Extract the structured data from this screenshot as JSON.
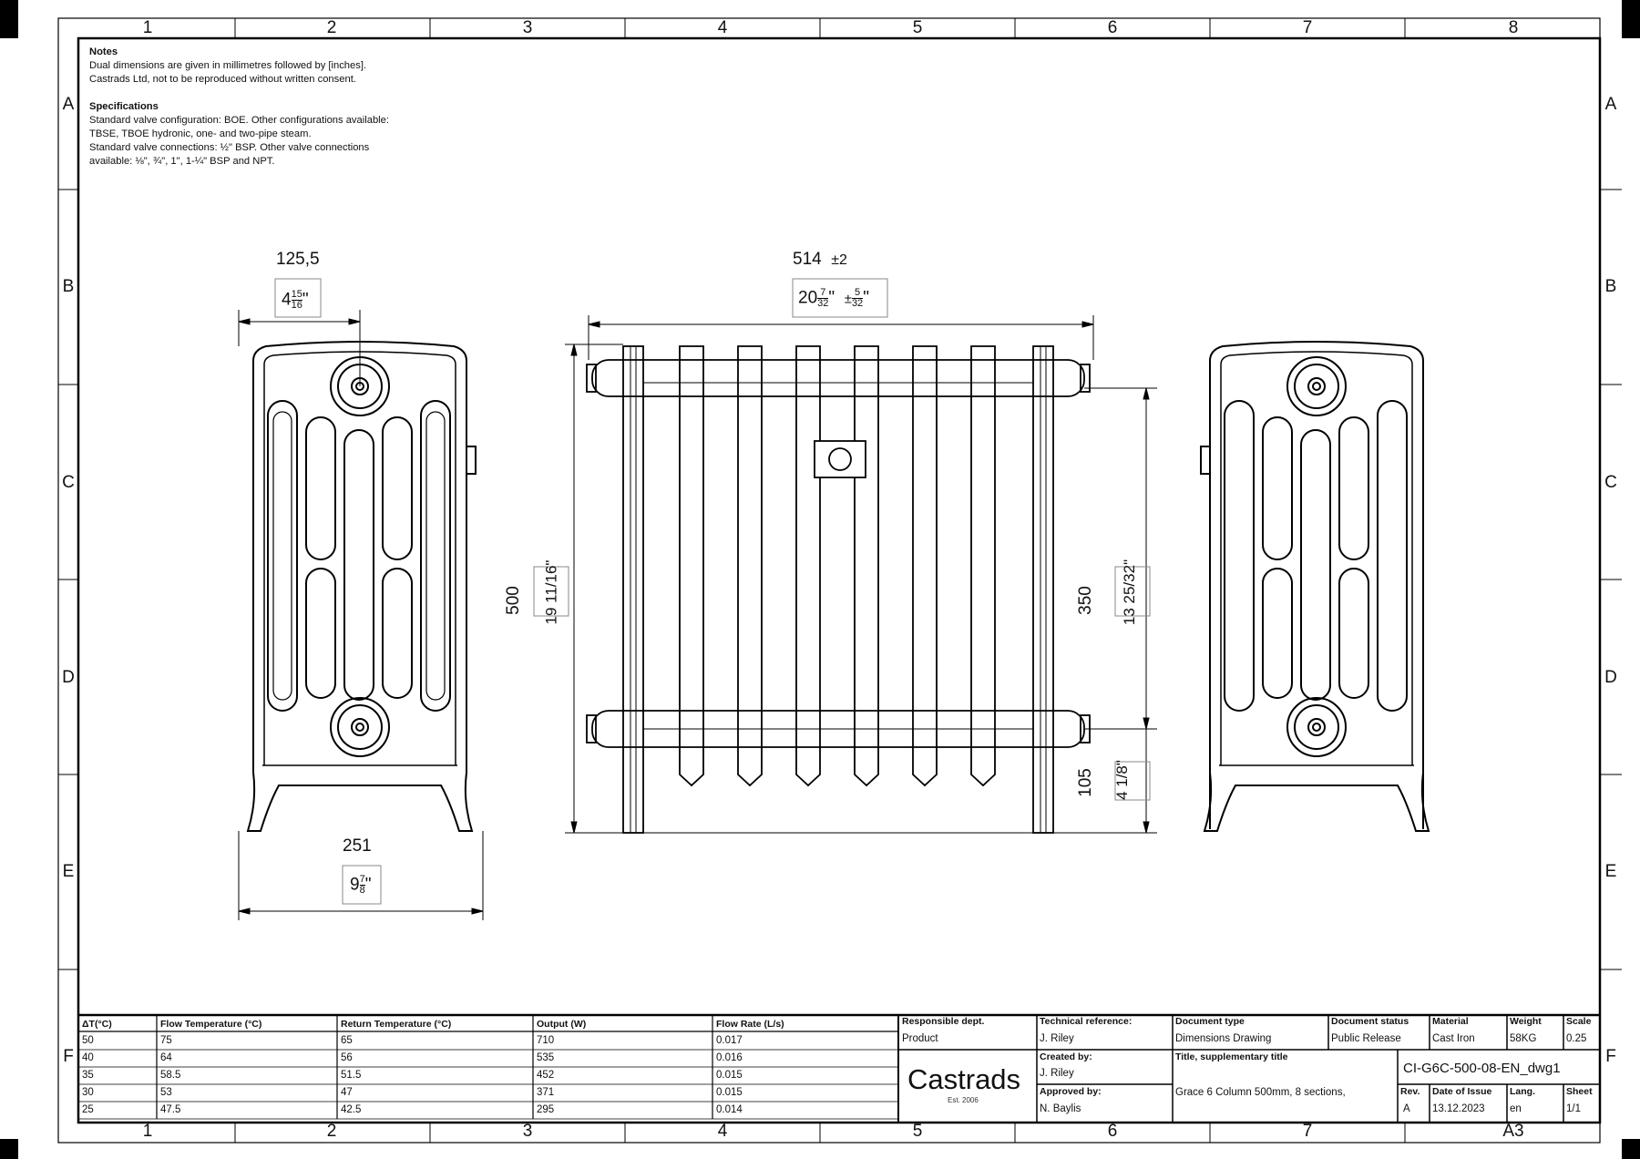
{
  "notes": {
    "heading": "Notes",
    "line1": "Dual dimensions are given in millimetres followed by [inches].",
    "line2": "Castrads Ltd, not to be reproduced without written consent.",
    "spec_heading": "Specifications",
    "spec1": "Standard valve configuration: BOE. Other configurations available:",
    "spec2": "TBSE, TBOE hydronic, one- and two-pipe steam.",
    "spec3": "Standard valve connections: ½\" BSP. Other valve connections",
    "spec4": "available: ⅛\", ¾\", 1\", 1-¼\" BSP and NPT."
  },
  "zones": {
    "columns": [
      "1",
      "2",
      "3",
      "4",
      "5",
      "6",
      "7",
      "8"
    ],
    "rows": [
      "A",
      "B",
      "C",
      "D",
      "E",
      "F"
    ]
  },
  "dimensions": {
    "side_top_mm": "125,5",
    "side_top_in_whole": "4",
    "side_top_in_num": "15",
    "side_top_in_den": "16",
    "side_bottom_mm": "251",
    "side_bottom_in_whole": "9",
    "side_bottom_in_num": "7",
    "side_bottom_in_den": "8",
    "width_mm": "514",
    "width_tol": "±2",
    "width_in_whole": "20",
    "width_in_num": "7",
    "width_in_den": "32",
    "width_tol_in_num": "5",
    "width_tol_in_den": "32",
    "height_mm": "500",
    "height_in": "19 11/16\"",
    "centres_mm": "350",
    "centres_in": "13 25/32\"",
    "floor_mm": "105",
    "floor_in": "4 1/8\""
  },
  "output_table": {
    "headers": [
      "ΔT(°C)",
      "Flow Temperature (°C)",
      "Return Temperature (°C)",
      "Output (W)",
      "Flow Rate (L/s)"
    ],
    "rows": [
      [
        "50",
        "75",
        "65",
        "710",
        "0.017"
      ],
      [
        "40",
        "64",
        "56",
        "535",
        "0.016"
      ],
      [
        "35",
        "58.5",
        "51.5",
        "452",
        "0.015"
      ],
      [
        "30",
        "53",
        "47",
        "371",
        "0.015"
      ],
      [
        "25",
        "47.5",
        "42.5",
        "295",
        "0.014"
      ]
    ]
  },
  "title_block": {
    "responsible_dept_label": "Responsible dept.",
    "responsible_dept": "Product",
    "technical_ref_label": "Technical reference:",
    "technical_ref": "J. Riley",
    "document_type_label": "Document type",
    "document_type": "Dimensions Drawing",
    "document_status_label": "Document status",
    "document_status": "Public Release",
    "material_label": "Material",
    "material": "Cast Iron",
    "weight_label": "Weight",
    "weight": "58KG",
    "scale_label": "Scale",
    "scale": "0.25",
    "created_by_label": "Created by:",
    "created_by": "J. Riley",
    "title_label": "Title, supplementary title",
    "title": "Grace 6 Column 500mm, 8 sections,",
    "drawing_number": "CI-G6C-500-08-EN_dwg1",
    "approved_by_label": "Approved by:",
    "approved_by": "N. Baylis",
    "rev_label": "Rev.",
    "rev": "A",
    "date_label": "Date of Issue",
    "date": "13.12.2023",
    "lang_label": "Lang.",
    "lang": "en",
    "sheet_label": "Sheet",
    "sheet": "1/1",
    "paper_size": "A3",
    "company": "Castrads",
    "company_est": "Est. 2006"
  }
}
